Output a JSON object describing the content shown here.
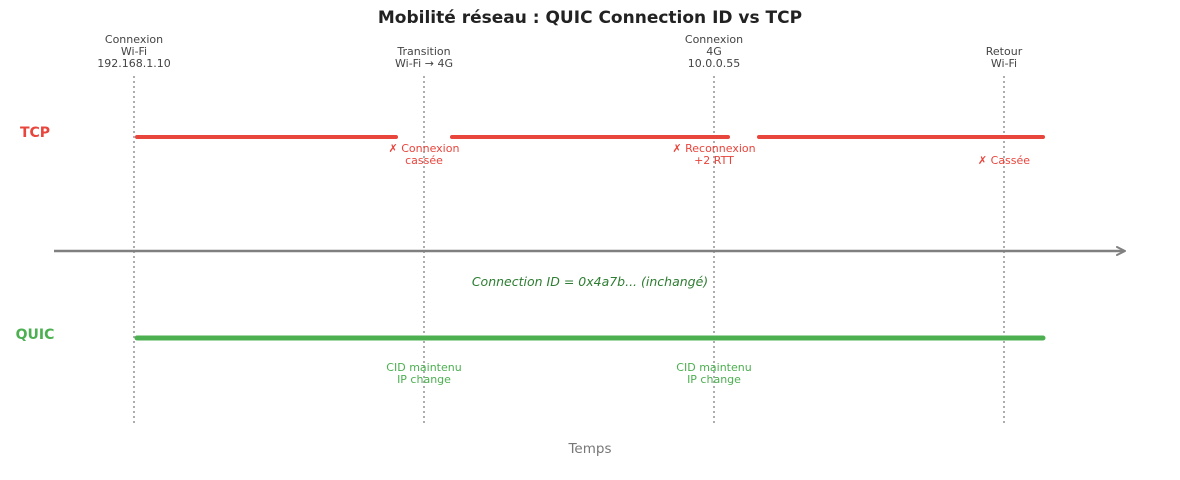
{
  "title": "Mobilité réseau : QUIC Connection ID vs TCP",
  "colors": {
    "tcp": "#e8453c",
    "quic": "#4caf50",
    "cid_text": "#2e7d32",
    "axis": "#808080",
    "guide": "#999999"
  },
  "events": [
    {
      "lines": [
        "Connexion",
        "Wi-Fi",
        "192.168.1.10"
      ]
    },
    {
      "lines": [
        "Transition",
        "Wi-Fi → 4G"
      ]
    },
    {
      "lines": [
        "Connexion",
        "4G",
        "10.0.0.55"
      ]
    },
    {
      "lines": [
        "Retour",
        "Wi-Fi"
      ]
    }
  ],
  "tcp": {
    "label": "TCP",
    "notes": [
      {
        "event": 1,
        "lines": [
          "✗ Connexion",
          "cassée"
        ]
      },
      {
        "event": 2,
        "lines": [
          "✗ Reconnexion",
          "+2 RTT"
        ]
      },
      {
        "event": 3,
        "lines": [
          "✗ Cassée"
        ]
      }
    ]
  },
  "quic": {
    "label": "QUIC",
    "connection_id_text": "Connection ID = 0x4a7b... (inchangé)",
    "notes": [
      {
        "event": 1,
        "lines": [
          "CID maintenu",
          "IP change"
        ]
      },
      {
        "event": 2,
        "lines": [
          "CID maintenu",
          "IP change"
        ]
      }
    ]
  },
  "axis_label": "Temps"
}
